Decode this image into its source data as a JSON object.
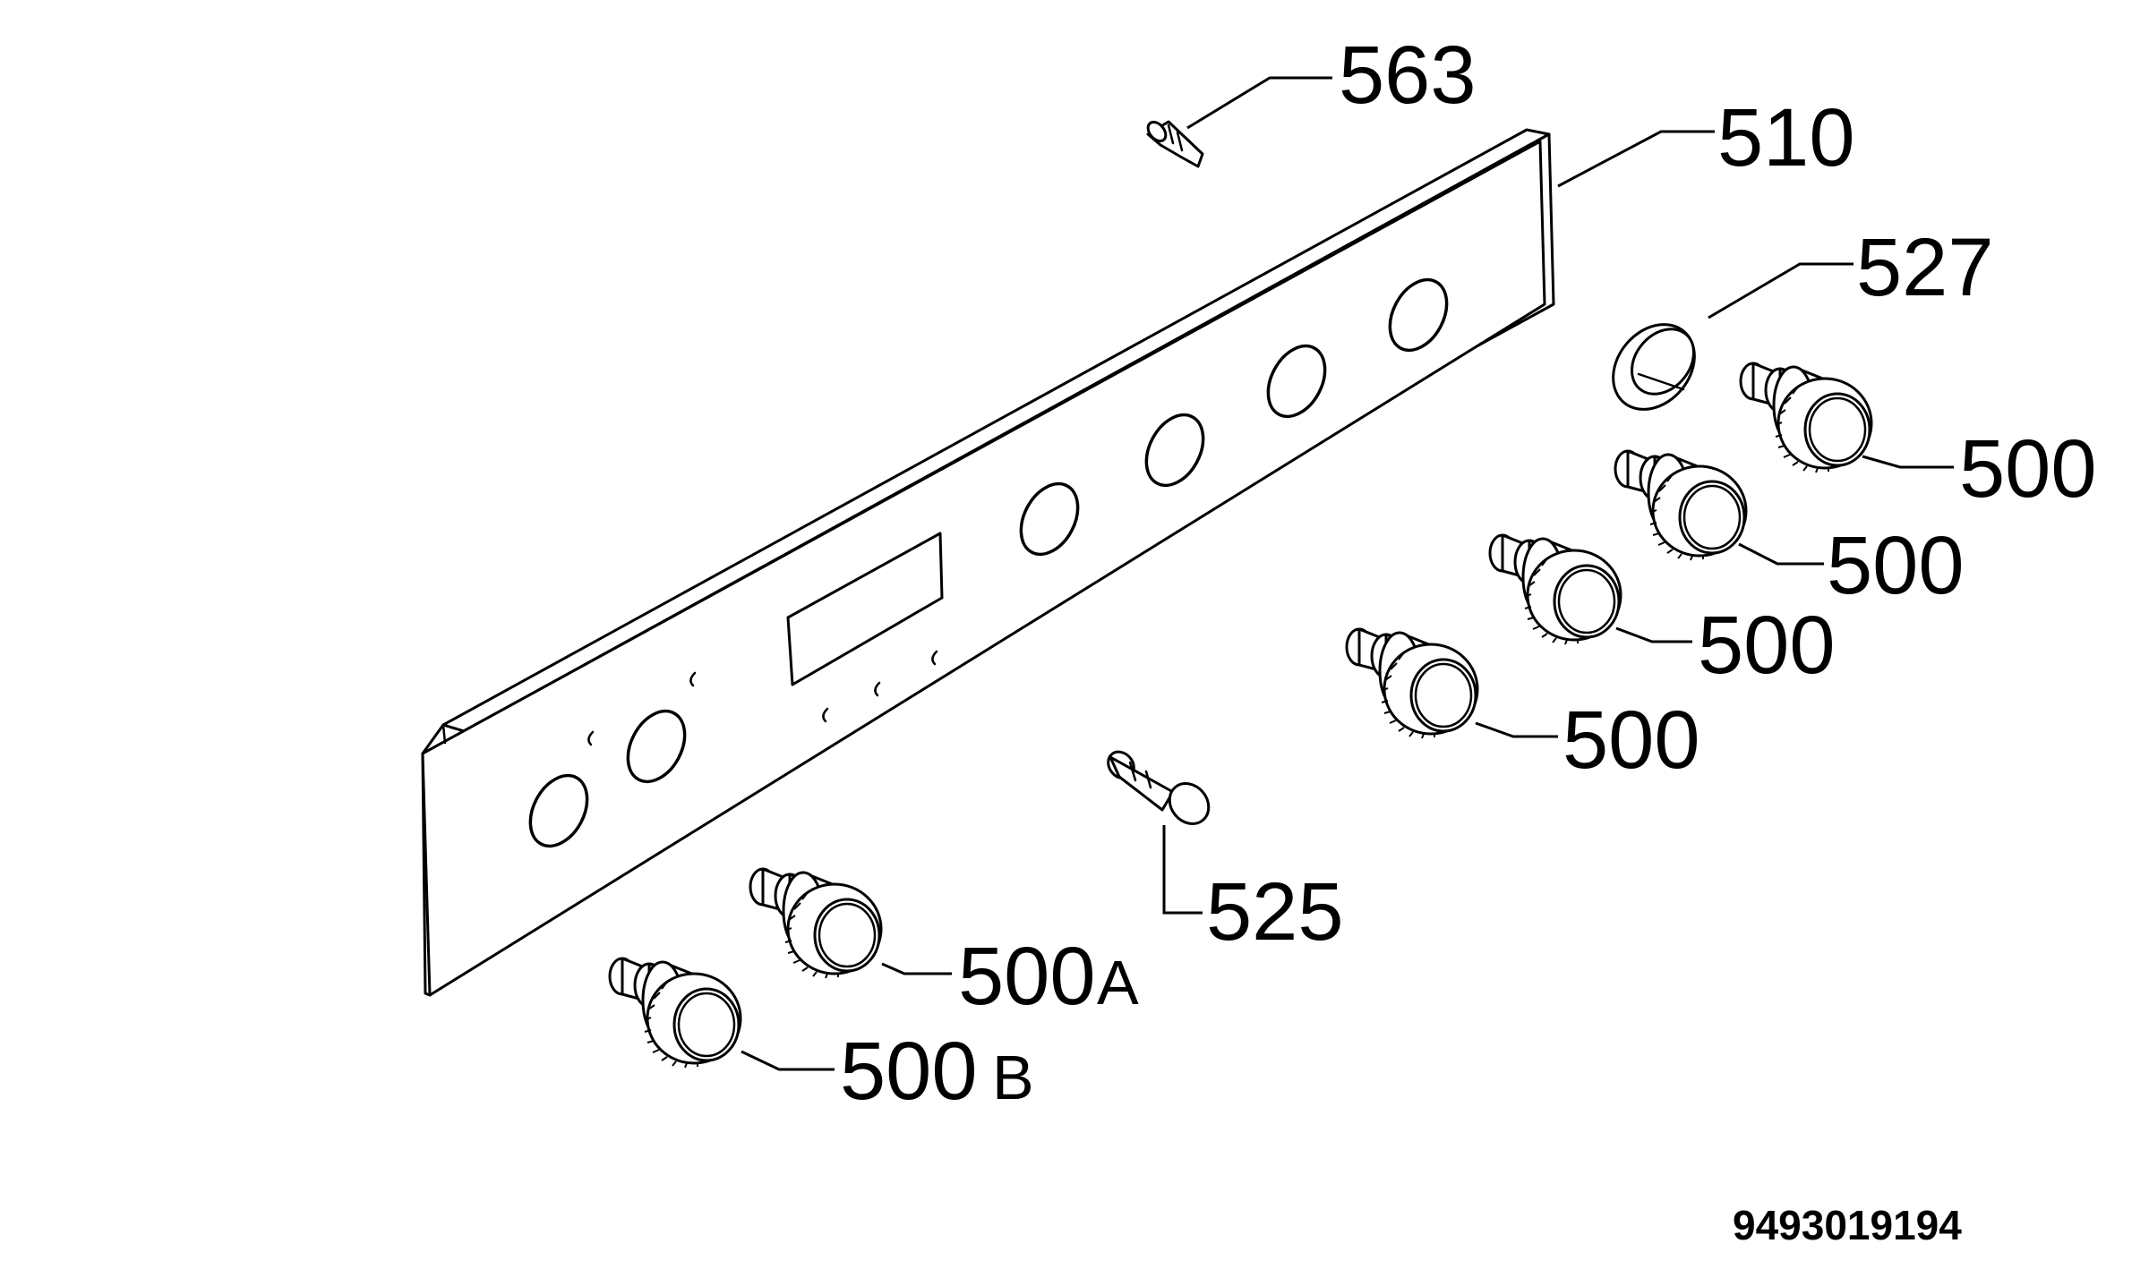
{
  "callouts": {
    "p563": "563",
    "p510": "510",
    "p527": "527",
    "p500_1": "500",
    "p500_2": "500",
    "p500_3": "500",
    "p500_4": "500",
    "p525": "525",
    "p500A_num": "500",
    "p500A_suffix": "A",
    "p500B_num": "500",
    "p500B_suffix": "B"
  },
  "document_number": "9493019194"
}
